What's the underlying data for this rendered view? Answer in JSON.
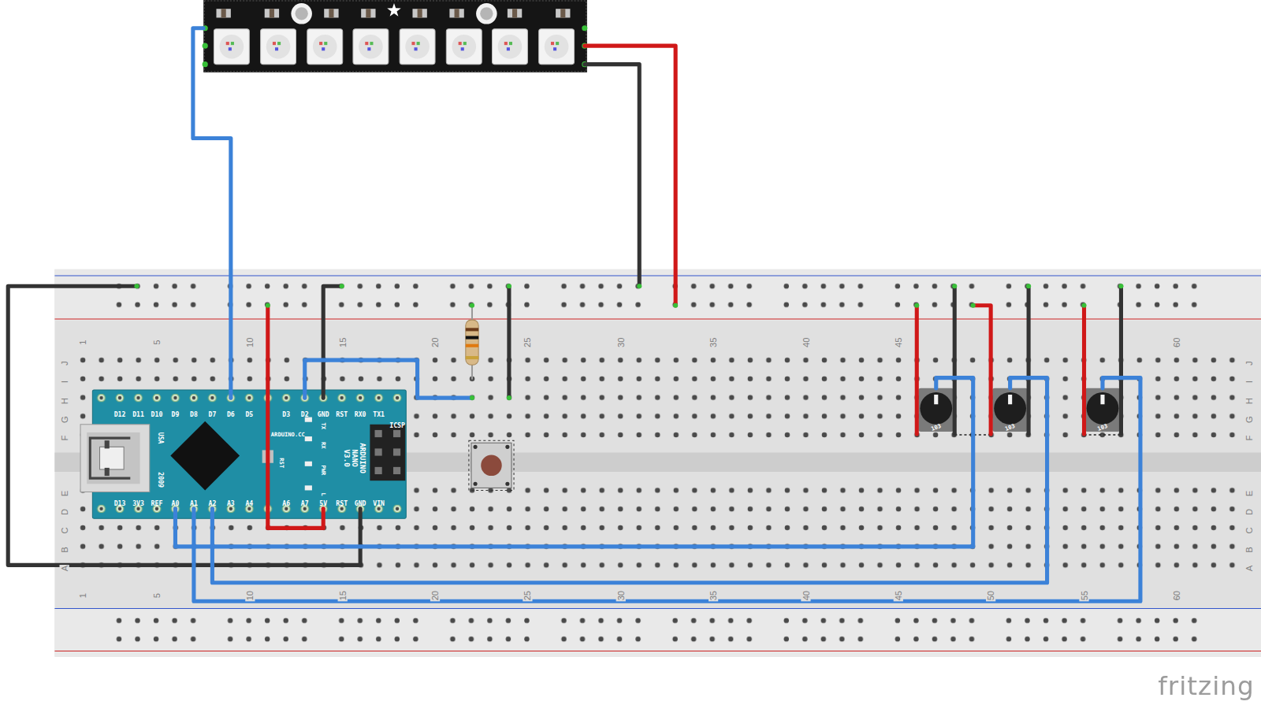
{
  "diagram": {
    "nodes": [
      {
        "text": [
          "D12",
          "D11",
          "D10",
          "D9",
          "D8",
          "D7",
          "D6",
          "D5",
          "D3",
          "D2",
          "GND",
          "RST",
          "RX0",
          "TX1",
          "D13",
          "3V3",
          "REF",
          "A0",
          "A1",
          "A2",
          "A3",
          "A4",
          "A6",
          "A7",
          "5V",
          "RST",
          "GND",
          "VIN",
          "ARDUINO.CC",
          "TX",
          "RX",
          "PWR",
          "L",
          "RST",
          "ARDUINO NANO V3.0",
          "ICSP",
          "USA",
          "2009"
        ]
      },
      {
        "text": [
          "103"
        ]
      },
      {
        "text": [
          "103"
        ]
      },
      {
        "text": [
          "103"
        ]
      }
    ],
    "edges": [
      {
        "from": 0,
        "to": 1,
        "arrow": "none"
      },
      {
        "from": 0,
        "to": 3,
        "arrow": "none"
      },
      {
        "from": 0,
        "to": 2,
        "arrow": "none"
      }
    ],
    "labels": [
      "1",
      "5",
      "10",
      "15",
      "20",
      "25",
      "30",
      "35",
      "40",
      "45",
      "60",
      "1",
      "5",
      "10",
      "15",
      "20",
      "25",
      "30",
      "35",
      "40",
      "45",
      "50",
      "55",
      "60",
      "J",
      "I",
      "H",
      "G",
      "F",
      "E",
      "D",
      "C",
      "B",
      "A",
      "J",
      "I",
      "H",
      "G",
      "F",
      "E",
      "D",
      "C",
      "B",
      "A",
      "fritzing"
    ]
  }
}
